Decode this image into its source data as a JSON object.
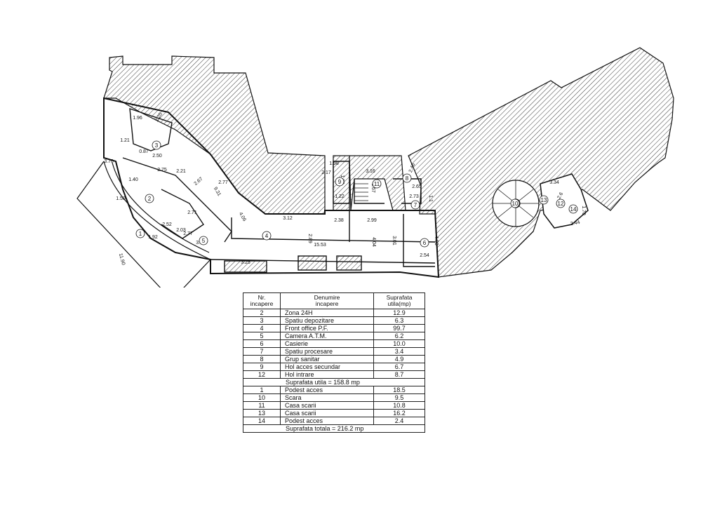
{
  "plan": {
    "dimensions": [
      "1.96",
      "2.20",
      "1.21",
      "0.87",
      "1.40",
      "2.50",
      "2.75",
      "2.21",
      "2.77",
      "2.67",
      "9.31",
      "1.50",
      "1.92",
      "2.52",
      "2.71",
      "3.78",
      "2.03",
      "2.77",
      "4.06",
      "3.70",
      "11.90",
      "1.98",
      "2.17",
      "3.16",
      "1.28",
      "3.67",
      "1.22",
      "2.46",
      "2.65",
      "2.73",
      "1.1",
      "3.12",
      "2.38",
      "2.99",
      "2.89",
      "15.53",
      "4.04",
      "3.01",
      "4.03",
      "2.54",
      "3.25",
      "3.34",
      "2.6",
      "1.70",
      "2.44"
    ],
    "rooms": [
      "1",
      "2",
      "3",
      "4",
      "5",
      "6",
      "7",
      "8",
      "9",
      "10",
      "11",
      "12",
      "13",
      "14"
    ]
  },
  "table": {
    "headers": {
      "nr": "Nr.\nincapere",
      "name": "Denumire\nincapere",
      "area": "Suprafata\nutila(mp)"
    },
    "group1": [
      {
        "nr": "2",
        "name": "Zona 24H",
        "area": "12.9"
      },
      {
        "nr": "3",
        "name": "Spatiu depozitare",
        "area": "6.3"
      },
      {
        "nr": "4",
        "name": "Front office P.F.",
        "area": "99.7"
      },
      {
        "nr": "5",
        "name": "Camera A.T.M.",
        "area": "6.2"
      },
      {
        "nr": "6",
        "name": "Casierie",
        "area": "10.0"
      },
      {
        "nr": "7",
        "name": "Spatiu procesare",
        "area": "3.4"
      },
      {
        "nr": "8",
        "name": "Grup sanitar",
        "area": "4.9"
      },
      {
        "nr": "9",
        "name": "Hol acces secundar",
        "area": "6.7"
      },
      {
        "nr": "12",
        "name": "Hol intrare",
        "area": "8.7"
      }
    ],
    "subtotal": "Suprafata utila = 158.8 mp",
    "group2": [
      {
        "nr": "1",
        "name": "Podest acces",
        "area": "18.5"
      },
      {
        "nr": "10",
        "name": "Scara",
        "area": "9.5"
      },
      {
        "nr": "11",
        "name": "Casa scarii",
        "area": "10.8"
      },
      {
        "nr": "13",
        "name": "Casa scarii",
        "area": "16.2"
      },
      {
        "nr": "14",
        "name": "Podest acces",
        "area": "2.4"
      }
    ],
    "total": "Suprafata totala = 216.2 mp"
  }
}
